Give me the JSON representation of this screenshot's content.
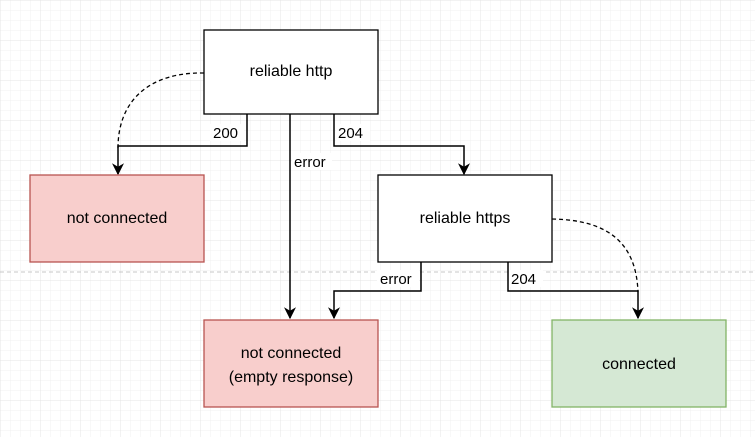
{
  "diagram": {
    "colors": {
      "grid_minor": "#f1f1f1",
      "grid_major": "#e4e4e4",
      "divider": "#c7c7c7",
      "edge": "#000000",
      "neutral_fill": "#ffffff",
      "neutral_stroke": "#000000",
      "error_fill": "#f8cecc",
      "error_stroke": "#b85450",
      "success_fill": "#d5e8d4",
      "success_stroke": "#82b366"
    },
    "nodes": {
      "reliable_http": {
        "label": "reliable http"
      },
      "not_connected": {
        "label": "not connected"
      },
      "reliable_https": {
        "label": "reliable https"
      },
      "not_connected_empty": {
        "line1": "not connected",
        "line2": "(empty response)"
      },
      "connected": {
        "label": "connected"
      }
    },
    "edges": {
      "http_200": "200",
      "http_204": "204",
      "http_error": "error",
      "https_error": "error",
      "https_204": "204"
    }
  }
}
